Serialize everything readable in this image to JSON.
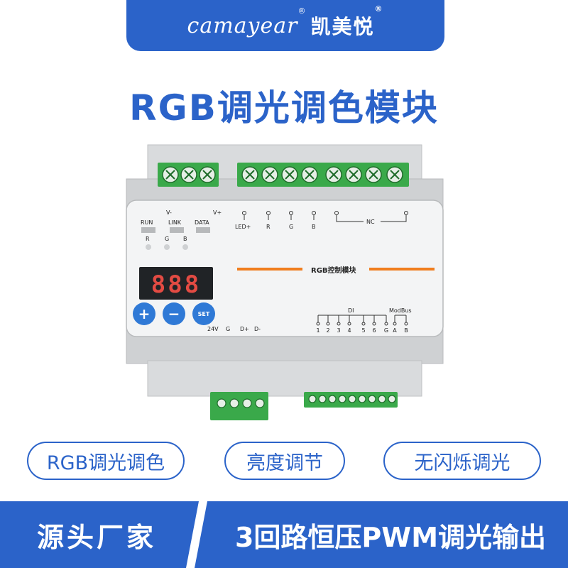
{
  "brand": {
    "logo": "camayear",
    "registered": "®",
    "chinese": "凯美悦"
  },
  "title": "RGB调光调色模块",
  "device": {
    "top_terminals": [
      "LED+",
      "R",
      "G",
      "B"
    ],
    "nc_label": "NC",
    "voltage_labels": [
      "V-",
      "V+"
    ],
    "indicators": [
      "RUN",
      "LINK",
      "DATA"
    ],
    "rgb_leds": [
      "R",
      "G",
      "B"
    ],
    "module_label": "RGB控制模块",
    "display": "888",
    "buttons": [
      "+",
      "−",
      "SET"
    ],
    "bottom_left_labels": [
      "24V",
      "G",
      "D+",
      "D-"
    ],
    "di_label": "DI",
    "modbus_label": "ModBus",
    "di_terminals": [
      "1",
      "2",
      "3",
      "4",
      "5",
      "6",
      "G",
      "A",
      "B"
    ]
  },
  "features": [
    "RGB调光调色",
    "亮度调节",
    "无闪烁调光"
  ],
  "banner": {
    "left": "源头厂家",
    "right": "3回路恒压PWM调光输出"
  },
  "colors": {
    "brand_blue": "#2b63c9",
    "terminal_green": "#3aa94a",
    "accent_orange": "#f07d1e",
    "housing_gray": "#d4d6d8"
  }
}
